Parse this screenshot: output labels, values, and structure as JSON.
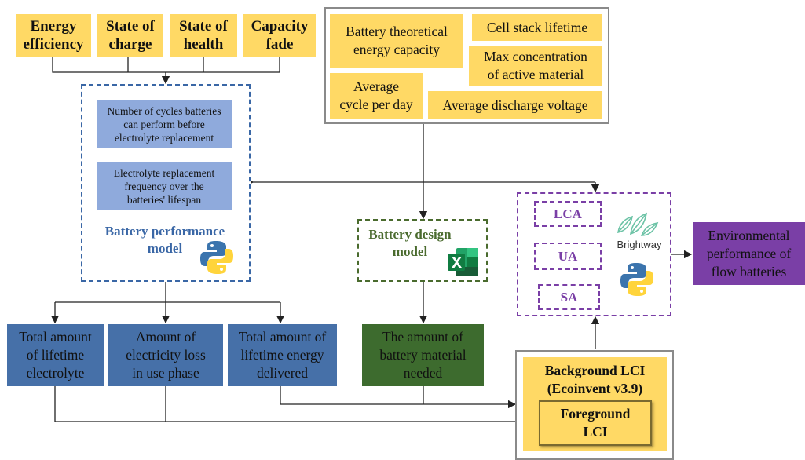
{
  "metrics": [
    {
      "label": "Energy\nefficiency"
    },
    {
      "label": "State of\ncharge"
    },
    {
      "label": "State of\nhealth"
    },
    {
      "label": "Capacity\nfade"
    }
  ],
  "parameters": {
    "theoretical_capacity": "Battery theoretical\nenergy capacity",
    "cell_stack_lifetime": "Cell stack lifetime",
    "max_concentration": "Max concentration\nof active material",
    "average_cycle": "Average\ncycle per day",
    "average_discharge": "Average discharge voltage"
  },
  "performance_model": {
    "step1": "Number of cycles batteries\ncan perform before\nelectrolyte replacement",
    "step2": "Electrolyte replacement\nfrequency over the\nbatteries' lifespan",
    "title": "Battery performance\nmodel"
  },
  "design_model": {
    "title": "Battery design\nmodel"
  },
  "analysis": {
    "lca": "LCA",
    "ua": "UA",
    "sa": "SA",
    "brightway": "Brightway"
  },
  "environmental_output": "Environmental\nperformance of\nflow batteries",
  "outputs": {
    "electrolyte": "Total amount\nof lifetime\nelectrolyte",
    "electricity_loss": "Amount of\nelectricity loss\nin use phase",
    "energy_delivered": "Total amount of\nlifetime energy\ndelivered",
    "material": "The amount of\nbattery material\nneeded"
  },
  "lci": {
    "background": "Background LCI\n(Ecoinvent v3.9)",
    "foreground": "Foreground\nLCI"
  },
  "colors": {
    "yellow": "#FFD965",
    "light_blue": "#8FAADC",
    "dark_blue": "#4670A8",
    "green": "#3D6B2E",
    "purple": "#7A3FA6"
  },
  "icons": [
    "python-logo-icon",
    "excel-logo-icon",
    "brightway-leaf-icon"
  ]
}
